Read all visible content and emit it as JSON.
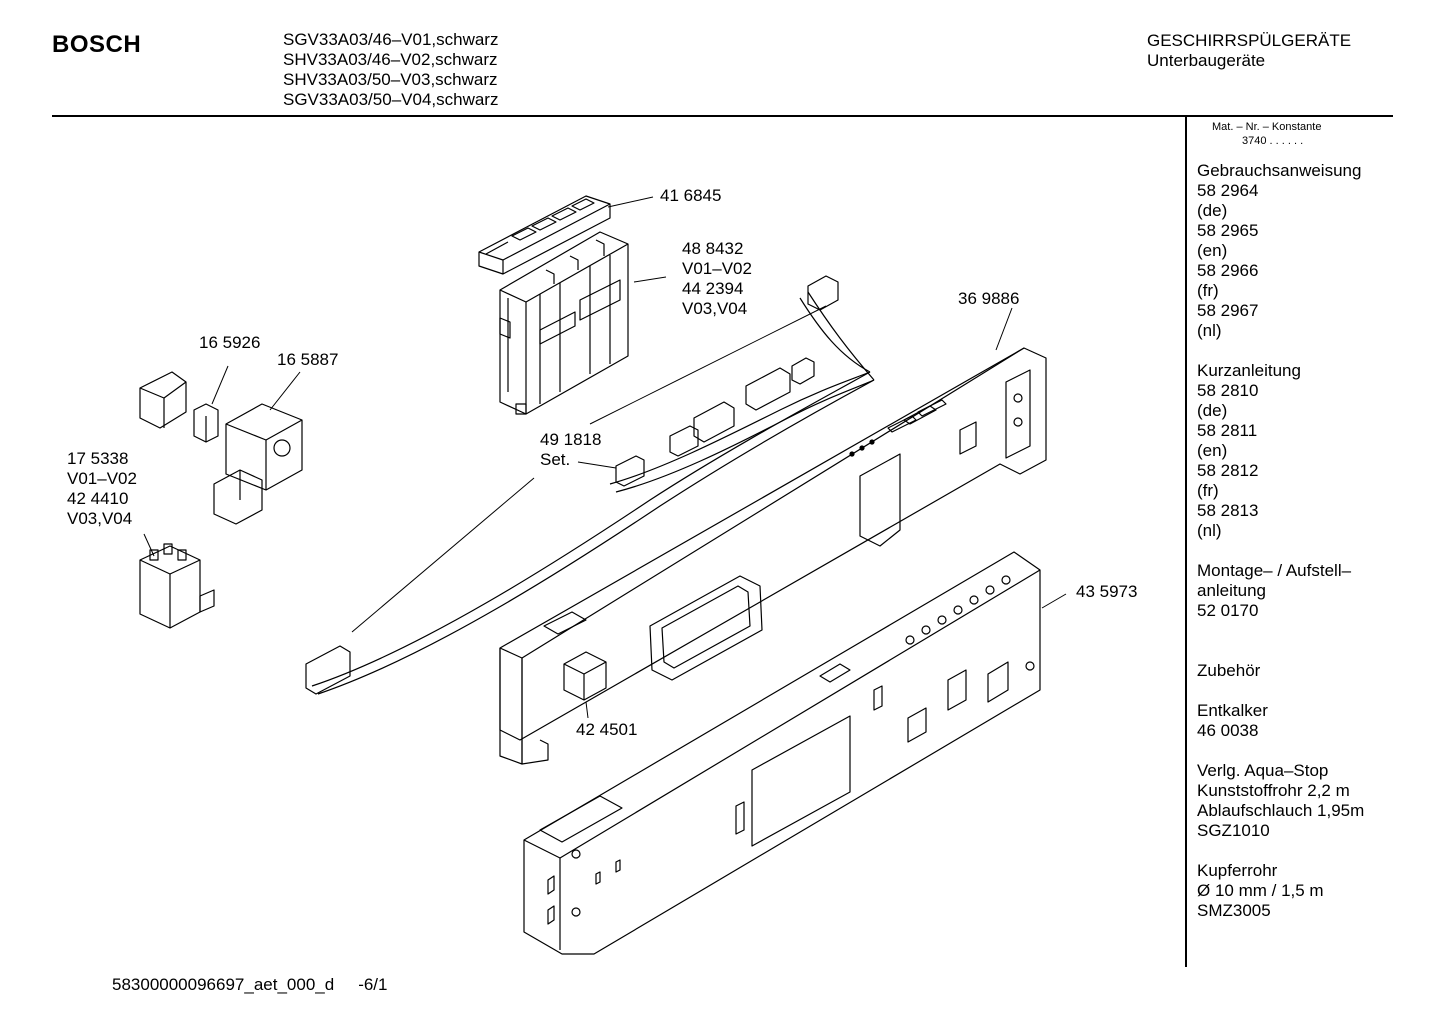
{
  "header": {
    "brand": "BOSCH",
    "models": [
      "SGV33A03/46–V01,schwarz",
      "SHV33A03/46–V02,schwarz",
      "SHV33A03/50–V03,schwarz",
      "SGV33A03/50–V04,schwarz"
    ],
    "category": "GESCHIRRSPÜLGERÄTE",
    "subcategory": "Unterbaugeräte"
  },
  "sidebar": {
    "konstante_label": "Mat. – Nr. – Konstante",
    "konstante_value": "3740 . .  . . . .",
    "sections": [
      {
        "lines": [
          "Gebrauchsanweisung",
          "58 2964",
          "(de)",
          "58 2965",
          "(en)",
          "58 2966",
          "(fr)",
          "58 2967",
          "(nl)"
        ]
      },
      {
        "lines": [
          "Kurzanleitung",
          "58 2810",
          "(de)",
          "58 2811",
          "(en)",
          "58 2812",
          "(fr)",
          "58 2813",
          "(nl)"
        ]
      },
      {
        "lines": [
          "Montage– / Aufstell–",
          "anleitung",
          "52 0170"
        ]
      },
      {
        "lines": [
          "Zubehör"
        ]
      },
      {
        "lines": [
          "Entkalker",
          "46 0038"
        ]
      },
      {
        "lines": [
          "Verlg. Aqua–Stop",
          "Kunststoffrohr 2,2 m",
          "Ablaufschlauch 1,95m",
          "SGZ1010"
        ]
      },
      {
        "lines": [
          "Kupferrohr",
          "Ø 10 mm / 1,5 m",
          "SMZ3005"
        ]
      }
    ]
  },
  "callouts": {
    "c416845": [
      "41 6845"
    ],
    "c488432": [
      "48 8432",
      "V01–V02",
      "44 2394",
      "V03,V04"
    ],
    "c369886": [
      "36 9886"
    ],
    "c165926": [
      "16 5926"
    ],
    "c165887": [
      "16 5887"
    ],
    "c175338": [
      "17 5338",
      "V01–V02",
      "42 4410",
      "V03,V04"
    ],
    "c491818": [
      "49 1818",
      "Set."
    ],
    "c435973": [
      "43 5973"
    ],
    "c424501": [
      "42 4501"
    ]
  },
  "footer": {
    "doc_id": "58300000096697_aet_000_d",
    "page": "-6/1"
  }
}
